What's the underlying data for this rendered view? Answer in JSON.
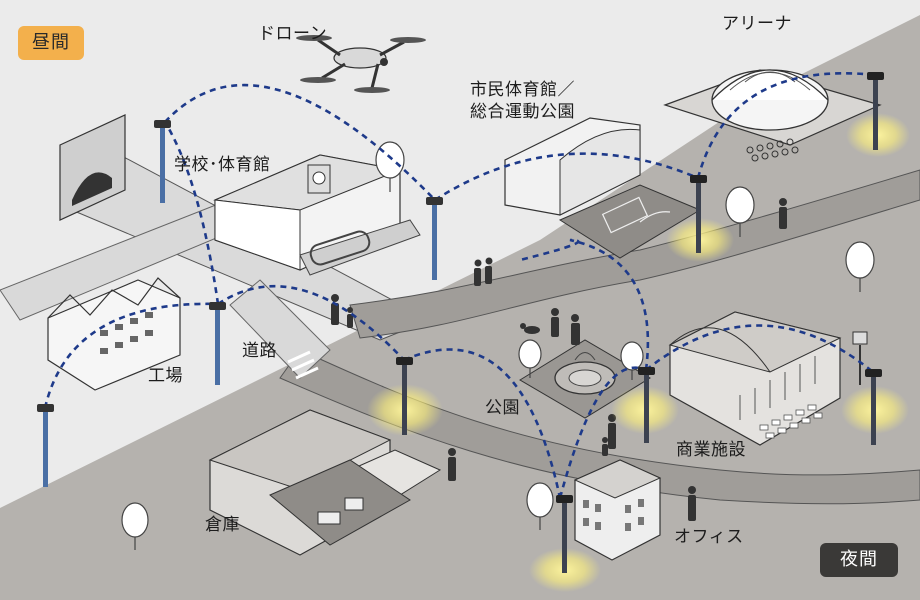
{
  "badges": {
    "day": "昼間",
    "night": "夜間"
  },
  "labels": {
    "drone": "ドローン",
    "arena": "アリーナ",
    "gym_line1": "市民体育館／",
    "gym_line2": "総合運動公園",
    "school": "学校･体育館",
    "factory": "工場",
    "road": "道路",
    "park": "公園",
    "commercial": "商業施設",
    "warehouse": "倉庫",
    "office": "オフィス"
  },
  "colors": {
    "day_ground": "#ebebeb",
    "night_ground": "#b5b2ae",
    "road_day": "#d9d9d9",
    "road_night": "#a09d99",
    "network_line": "#1e3a8a",
    "pole_day": "#4a6fa5",
    "pole_night": "#3c4250",
    "light_glow": "#fff27a",
    "day_badge": "#f3b04c",
    "night_badge": "#3a3937"
  },
  "icons": [
    "drone-icon",
    "smart-pole-icon",
    "light-glow",
    "person-icon",
    "dog-icon",
    "tree-icon"
  ]
}
